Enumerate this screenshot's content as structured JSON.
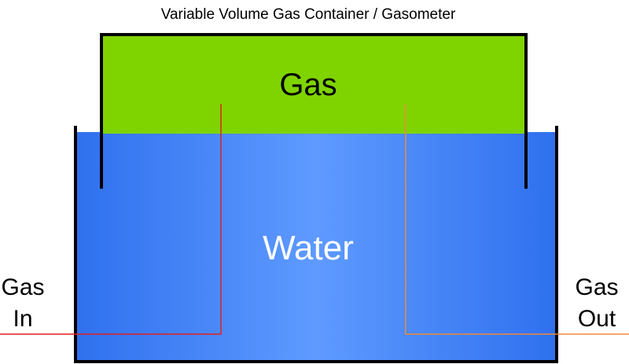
{
  "title": "Variable Volume Gas Container / Gasometer",
  "labels": {
    "gas": "Gas",
    "water": "Water",
    "inlet_line1": "Gas",
    "inlet_line2": "In",
    "outlet_line1": "Gas",
    "outlet_line2": "Out"
  },
  "colors": {
    "gas_fill": "#7fd400",
    "water_light": "#5e9aff",
    "water_dark": "#2f70ee",
    "inlet_pipe": "#e02020",
    "outlet_pipe": "#f08a3a",
    "outline": "#000000",
    "water_text": "#ffffff",
    "text": "#000000"
  }
}
